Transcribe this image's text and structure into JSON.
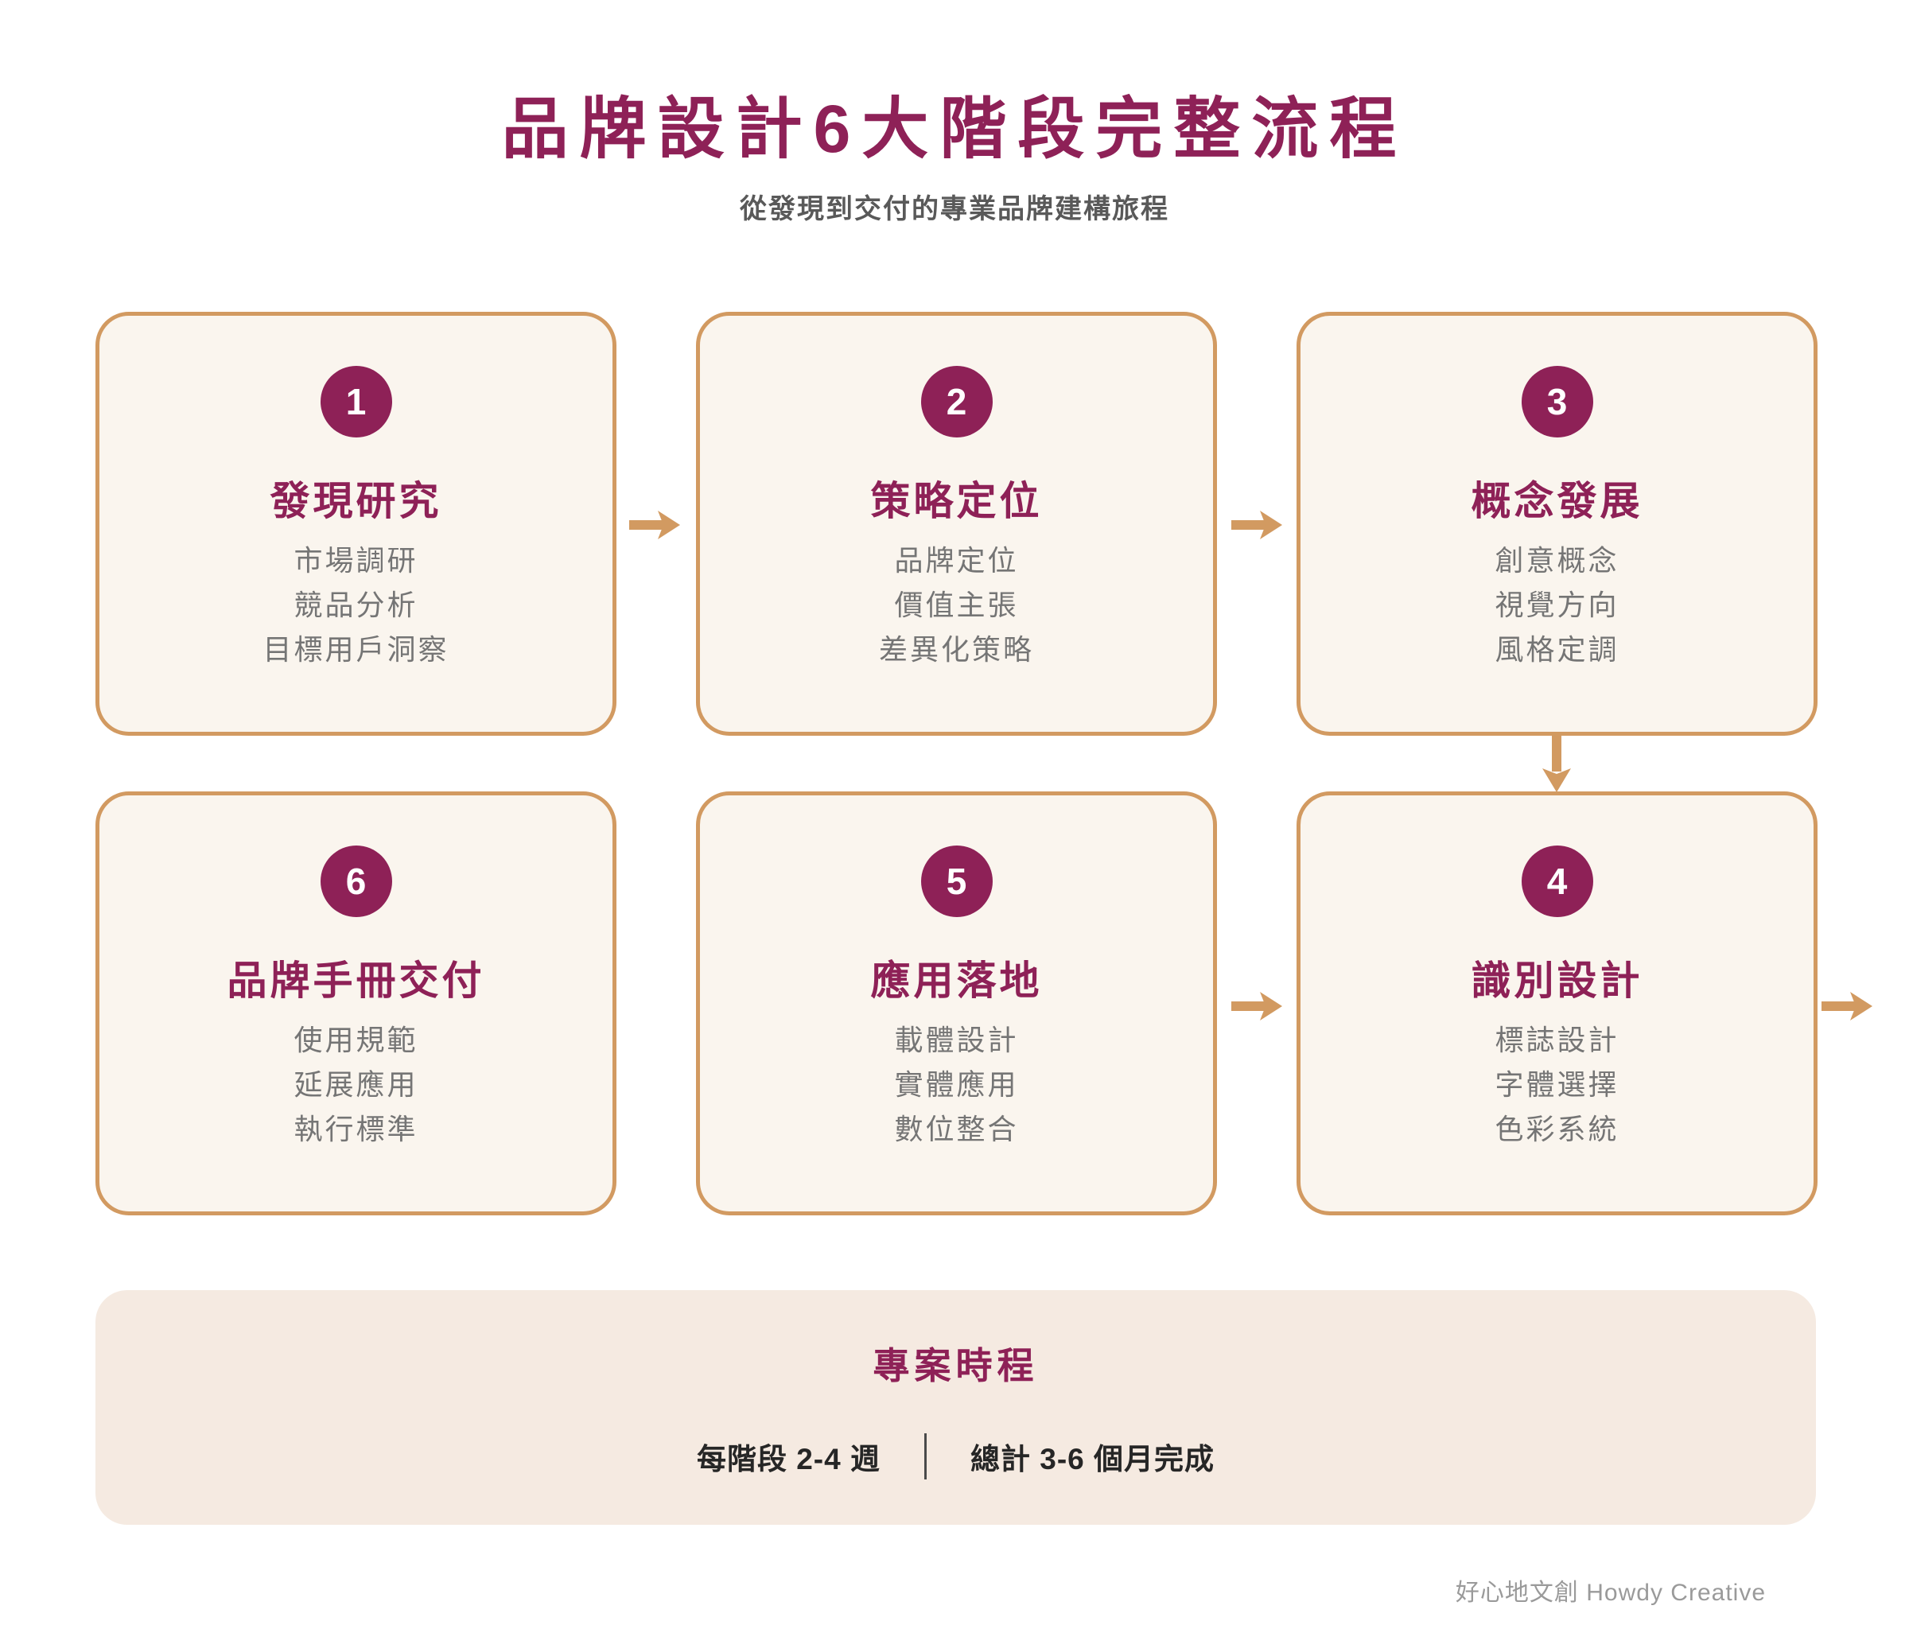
{
  "theme": {
    "page_bg": "#FFFFFF",
    "accent_magenta": "#8E2157",
    "accent_tan": "#D29A61",
    "card_bg": "#FAF5EE",
    "band_bg": "#F5EAE1",
    "item_gray": "#757575"
  },
  "header": {
    "title": "品牌設計6大階段完整流程",
    "subtitle": "從發現到交付的專業品牌建構旅程"
  },
  "cards": [
    {
      "number": "1",
      "title": "發現研究",
      "items": [
        "市場調研",
        "競品分析",
        "目標用戶洞察"
      ]
    },
    {
      "number": "2",
      "title": "策略定位",
      "items": [
        "品牌定位",
        "價值主張",
        "差異化策略"
      ]
    },
    {
      "number": "3",
      "title": "概念發展",
      "items": [
        "創意概念",
        "視覺方向",
        "風格定調"
      ]
    },
    {
      "number": "4",
      "title": "識別設計",
      "items": [
        "標誌設計",
        "字體選擇",
        "色彩系統"
      ]
    },
    {
      "number": "5",
      "title": "應用落地",
      "items": [
        "載體設計",
        "實體應用",
        "數位整合"
      ]
    },
    {
      "number": "6",
      "title": "品牌手冊交付",
      "items": [
        "使用規範",
        "延展應用",
        "執行標準"
      ]
    }
  ],
  "timeline": {
    "title": "專案時程",
    "phase_duration": "每階段 2-4 週",
    "total_duration": "總計 3-6 個月完成"
  },
  "footer": {
    "credit": "好心地文創 Howdy Creative"
  }
}
